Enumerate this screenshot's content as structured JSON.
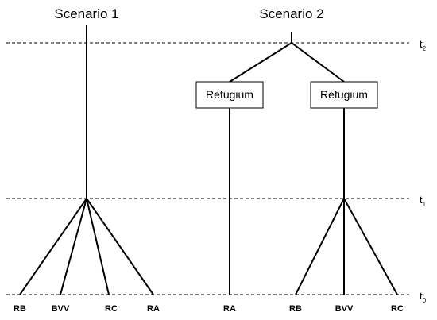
{
  "scenario1": {
    "title": "Scenario 1",
    "leaves": [
      "RB",
      "BVV",
      "RC",
      "RA"
    ]
  },
  "scenario2": {
    "title": "Scenario 2",
    "refugium_left": "Refugium",
    "refugium_right": "Refugium",
    "leaves_left": [
      "RA"
    ],
    "leaves_right": [
      "RB",
      "BVV",
      "RC"
    ]
  },
  "time_labels": {
    "t2": {
      "base": "t",
      "sub": "2"
    },
    "t1": {
      "base": "t",
      "sub": "1"
    },
    "t0": {
      "base": "t",
      "sub": "0"
    }
  }
}
